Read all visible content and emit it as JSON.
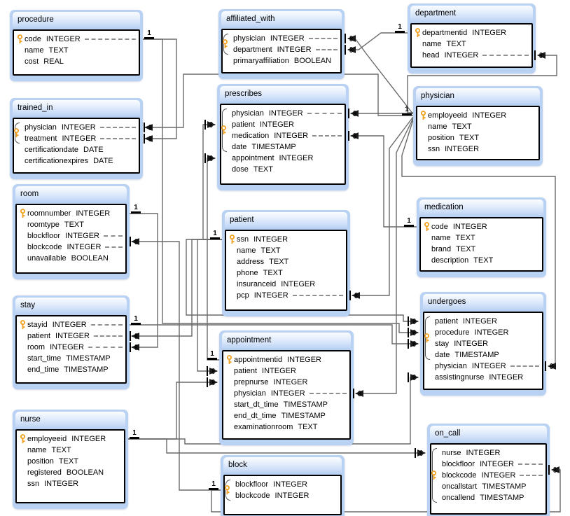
{
  "cardinality": {
    "one": "1",
    "many": "∞"
  },
  "tables": [
    {
      "name": "procedure",
      "fields": [
        {
          "name": "code",
          "type": "INTEGER",
          "pk": true,
          "fk_dash": true
        },
        {
          "name": "name",
          "type": "TEXT"
        },
        {
          "name": "cost",
          "type": "REAL"
        }
      ]
    },
    {
      "name": "trained_in",
      "fields": [
        {
          "name": "physician",
          "type": "INTEGER",
          "pk": true,
          "fk_dash": true
        },
        {
          "name": "treatment",
          "type": "INTEGER",
          "pk": true,
          "fk_dash": true
        },
        {
          "name": "certificationdate",
          "type": "DATE"
        },
        {
          "name": "certificationexpires",
          "type": "DATE"
        }
      ]
    },
    {
      "name": "room",
      "fields": [
        {
          "name": "roomnumber",
          "type": "INTEGER",
          "pk": true
        },
        {
          "name": "roomtype",
          "type": "TEXT"
        },
        {
          "name": "blockfloor",
          "type": "INTEGER",
          "fk_dash": true
        },
        {
          "name": "blockcode",
          "type": "INTEGER",
          "fk_dash": true
        },
        {
          "name": "unavailable",
          "type": "BOOLEAN"
        }
      ]
    },
    {
      "name": "stay",
      "fields": [
        {
          "name": "stayid",
          "type": "INTEGER",
          "pk": true,
          "fk_dash": true
        },
        {
          "name": "patient",
          "type": "INTEGER",
          "fk_dash": true
        },
        {
          "name": "room",
          "type": "INTEGER",
          "fk_dash": true
        },
        {
          "name": "start_time",
          "type": "TIMESTAMP"
        },
        {
          "name": "end_time",
          "type": "TIMESTAMP"
        }
      ]
    },
    {
      "name": "nurse",
      "fields": [
        {
          "name": "employeeid",
          "type": "INTEGER",
          "pk": true
        },
        {
          "name": "name",
          "type": "TEXT"
        },
        {
          "name": "position",
          "type": "TEXT"
        },
        {
          "name": "registered",
          "type": "BOOLEAN"
        },
        {
          "name": "ssn",
          "type": "INTEGER"
        }
      ]
    },
    {
      "name": "affiliated_with",
      "fields": [
        {
          "name": "physician",
          "type": "INTEGER",
          "pk": true,
          "fk_dash": true
        },
        {
          "name": "department",
          "type": "INTEGER",
          "pk": true,
          "fk_dash": true
        },
        {
          "name": "primaryaffiliation",
          "type": "BOOLEAN"
        }
      ]
    },
    {
      "name": "prescribes",
      "fields": [
        {
          "name": "physician",
          "type": "INTEGER",
          "pk": true,
          "fk_dash": true
        },
        {
          "name": "patient",
          "type": "INTEGER",
          "pk": true
        },
        {
          "name": "medication",
          "type": "INTEGER",
          "pk": true,
          "fk_dash": true
        },
        {
          "name": "date",
          "type": "TIMESTAMP",
          "pk": true
        },
        {
          "name": "appointment",
          "type": "INTEGER"
        },
        {
          "name": "dose",
          "type": "TEXT"
        }
      ]
    },
    {
      "name": "patient",
      "fields": [
        {
          "name": "ssn",
          "type": "INTEGER",
          "pk": true
        },
        {
          "name": "name",
          "type": "TEXT"
        },
        {
          "name": "address",
          "type": "TEXT"
        },
        {
          "name": "phone",
          "type": "TEXT"
        },
        {
          "name": "insuranceid",
          "type": "INTEGER"
        },
        {
          "name": "pcp",
          "type": "INTEGER",
          "fk_dash": true
        }
      ]
    },
    {
      "name": "appointment",
      "fields": [
        {
          "name": "appointmentid",
          "type": "INTEGER",
          "pk": true
        },
        {
          "name": "patient",
          "type": "INTEGER"
        },
        {
          "name": "prepnurse",
          "type": "INTEGER"
        },
        {
          "name": "physician",
          "type": "INTEGER",
          "fk_dash": true
        },
        {
          "name": "start_dt_time",
          "type": "TIMESTAMP"
        },
        {
          "name": "end_dt_time",
          "type": "TIMESTAMP"
        },
        {
          "name": "examinationroom",
          "type": "TEXT"
        }
      ]
    },
    {
      "name": "block",
      "fields": [
        {
          "name": "blockfloor",
          "type": "INTEGER",
          "pk": true
        },
        {
          "name": "blockcode",
          "type": "INTEGER",
          "pk": true
        }
      ]
    },
    {
      "name": "department",
      "fields": [
        {
          "name": "departmentid",
          "type": "INTEGER",
          "pk": true
        },
        {
          "name": "name",
          "type": "TEXT"
        },
        {
          "name": "head",
          "type": "INTEGER",
          "fk_dash": true
        }
      ]
    },
    {
      "name": "physician",
      "fields": [
        {
          "name": "employeeid",
          "type": "INTEGER",
          "pk": true
        },
        {
          "name": "name",
          "type": "TEXT"
        },
        {
          "name": "position",
          "type": "TEXT"
        },
        {
          "name": "ssn",
          "type": "INTEGER"
        }
      ]
    },
    {
      "name": "medication",
      "fields": [
        {
          "name": "code",
          "type": "INTEGER",
          "pk": true
        },
        {
          "name": "name",
          "type": "TEXT"
        },
        {
          "name": "brand",
          "type": "TEXT"
        },
        {
          "name": "description",
          "type": "TEXT"
        }
      ]
    },
    {
      "name": "undergoes",
      "fields": [
        {
          "name": "patient",
          "type": "INTEGER",
          "pk": true
        },
        {
          "name": "procedure",
          "type": "INTEGER",
          "pk": true
        },
        {
          "name": "stay",
          "type": "INTEGER",
          "pk": true
        },
        {
          "name": "date",
          "type": "TIMESTAMP",
          "pk": true
        },
        {
          "name": "physician",
          "type": "INTEGER",
          "fk_dash": true
        },
        {
          "name": "assistingnurse",
          "type": "INTEGER"
        }
      ]
    },
    {
      "name": "on_call",
      "fields": [
        {
          "name": "nurse",
          "type": "INTEGER",
          "pk": true
        },
        {
          "name": "blockfloor",
          "type": "INTEGER",
          "pk": true,
          "fk_dash": true
        },
        {
          "name": "blockcode",
          "type": "INTEGER",
          "pk": true,
          "fk_dash": true
        },
        {
          "name": "oncallstart",
          "type": "TIMESTAMP",
          "pk": true
        },
        {
          "name": "oncallend",
          "type": "TIMESTAMP",
          "pk": true
        }
      ]
    }
  ],
  "relationships": [
    {
      "from": "procedure.code",
      "from_card": "1",
      "to": "trained_in.treatment",
      "to_card": "∞"
    },
    {
      "from": "procedure.code",
      "from_card": "1",
      "to": "undergoes.procedure",
      "to_card": "∞"
    },
    {
      "from": "physician.employeeid",
      "from_card": "1",
      "to": "trained_in.physician",
      "to_card": "∞"
    },
    {
      "from": "physician.employeeid",
      "from_card": "1",
      "to": "affiliated_with.physician",
      "to_card": "∞"
    },
    {
      "from": "department.departmentid",
      "from_card": "1",
      "to": "affiliated_with.department",
      "to_card": "∞"
    },
    {
      "from": "physician.employeeid",
      "from_card": "1",
      "to": "department.head",
      "to_card": "∞"
    },
    {
      "from": "physician.employeeid",
      "from_card": "1",
      "to": "prescribes.physician",
      "to_card": "∞"
    },
    {
      "from": "medication.code",
      "from_card": "1",
      "to": "prescribes.medication",
      "to_card": "∞"
    },
    {
      "from": "physician.employeeid",
      "from_card": "1",
      "to": "patient.pcp",
      "to_card": "∞"
    },
    {
      "from": "physician.employeeid",
      "from_card": "1",
      "to": "appointment.physician",
      "to_card": "∞"
    },
    {
      "from": "physician.employeeid",
      "from_card": "1",
      "to": "undergoes.physician",
      "to_card": "∞"
    },
    {
      "from": "patient.ssn",
      "from_card": "1",
      "to": "prescribes.patient",
      "to_card": "∞"
    },
    {
      "from": "patient.ssn",
      "from_card": "1",
      "to": "appointment.patient",
      "to_card": "∞"
    },
    {
      "from": "patient.ssn",
      "from_card": "1",
      "to": "stay.patient",
      "to_card": "∞"
    },
    {
      "from": "patient.ssn",
      "from_card": "1",
      "to": "undergoes.patient",
      "to_card": "∞"
    },
    {
      "from": "appointment.appointmentid",
      "from_card": "1",
      "to": "prescribes.appointment",
      "to_card": "∞"
    },
    {
      "from": "stay.stayid",
      "from_card": "1",
      "to": "undergoes.stay",
      "to_card": "∞"
    },
    {
      "from": "room.roomnumber",
      "from_card": "1",
      "to": "stay.room",
      "to_card": "∞"
    },
    {
      "from": "block.(blockfloor,blockcode)",
      "from_card": "1",
      "to": "room.(blockfloor,blockcode)",
      "to_card": "∞"
    },
    {
      "from": "block.(blockfloor,blockcode)",
      "from_card": "1",
      "to": "on_call.(blockfloor,blockcode)",
      "to_card": "∞"
    },
    {
      "from": "nurse.employeeid",
      "from_card": "1",
      "to": "on_call.nurse",
      "to_card": "∞"
    },
    {
      "from": "nurse.employeeid",
      "from_card": "1",
      "to": "appointment.prepnurse",
      "to_card": "∞"
    },
    {
      "from": "nurse.employeeid",
      "from_card": "1",
      "to": "undergoes.assistingnurse",
      "to_card": "∞"
    }
  ],
  "colors": {
    "table_fill": "#b9d1f2",
    "header_gradient_top": "#fbfdff",
    "header_gradient_bottom": "#bed5f5",
    "inner_border": "#000000",
    "key_icon": "#f0a01e",
    "wire": "#6a6a6a",
    "fk_dash": "#8f8f8f"
  }
}
